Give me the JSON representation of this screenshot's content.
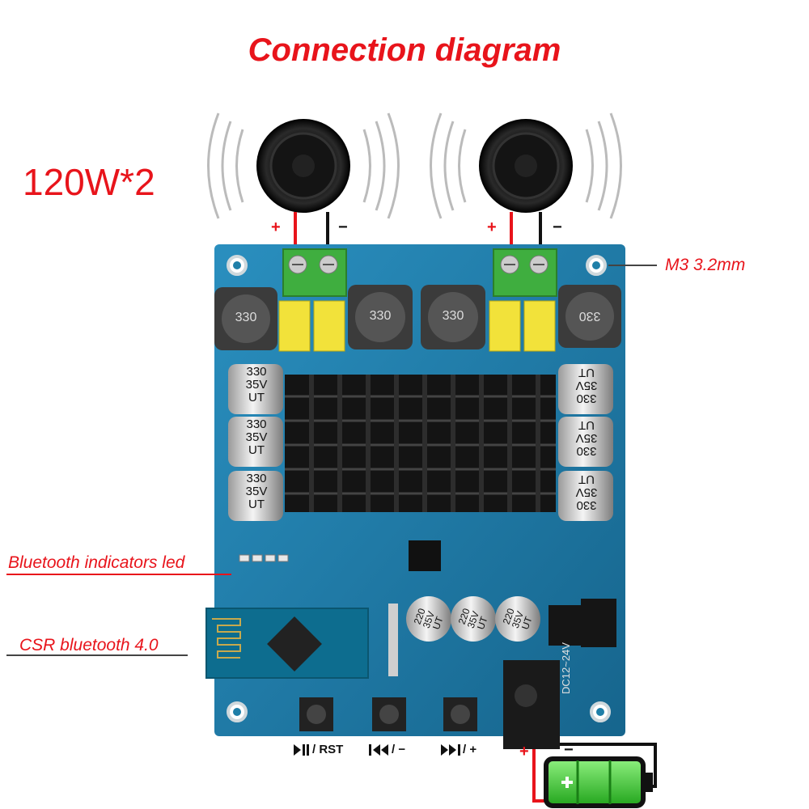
{
  "title": "Connection diagram",
  "power_rating": "120W*2",
  "callouts": {
    "mount_hole": "M3 3.2mm",
    "bt_led": "Bluetooth indicators led",
    "bt_module": "CSR bluetooth 4.0"
  },
  "polarity": {
    "plus": "+",
    "minus": "−"
  },
  "buttons": [
    {
      "label": "/ RST"
    },
    {
      "label": "/ −"
    },
    {
      "label": "/ +"
    }
  ],
  "power_input": "DC12~24V",
  "components": {
    "inductor": "330",
    "capacitor": [
      "330",
      "35V",
      "UT"
    ],
    "small_capacitor": [
      "220",
      "35V",
      "UT"
    ]
  },
  "colors": {
    "title": "#e8141b",
    "pcb": "#1f7fa8",
    "terminal": "#3fae3f",
    "battery": "#3fd13a"
  }
}
